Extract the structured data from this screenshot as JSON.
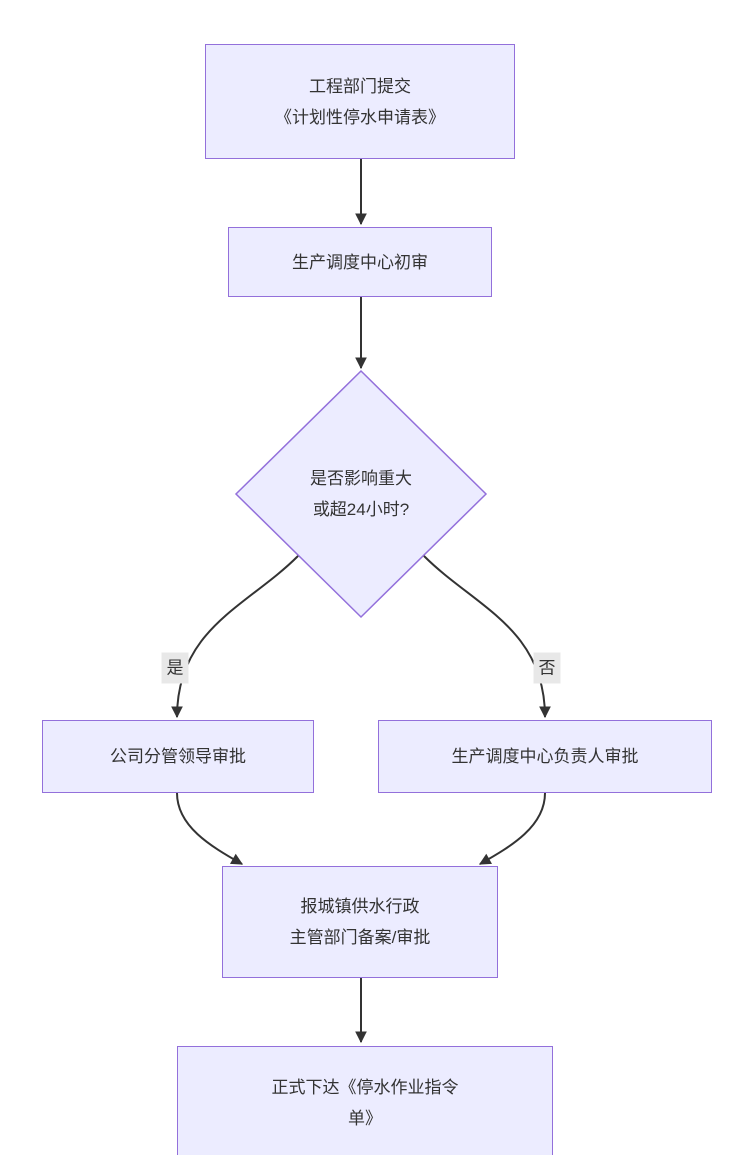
{
  "diagram": {
    "type": "flowchart-top-down",
    "nodes": {
      "submit": {
        "label": "工程部门提交\n《计划性停水申请表》"
      },
      "initial_review": {
        "label": "生产调度中心初审"
      },
      "decision": {
        "label": "是否影响重大\n或超24小时?"
      },
      "leader_approval": {
        "label": "公司分管领导审批"
      },
      "dispatch_head_approval": {
        "label": "生产调度中心负责人审批"
      },
      "report_authority": {
        "label": "报城镇供水行政\n主管部门备案/审批"
      },
      "issue_order": {
        "label": "正式下达《停水作业指令\n单》"
      }
    },
    "edge_labels": {
      "yes": "是",
      "no": "否"
    }
  },
  "colors": {
    "node_fill": "#ECECFF",
    "node_border": "#9370DB",
    "edge_line": "#333333",
    "text_color": "#333333",
    "edge_label_bg": "#e8e8e8"
  }
}
